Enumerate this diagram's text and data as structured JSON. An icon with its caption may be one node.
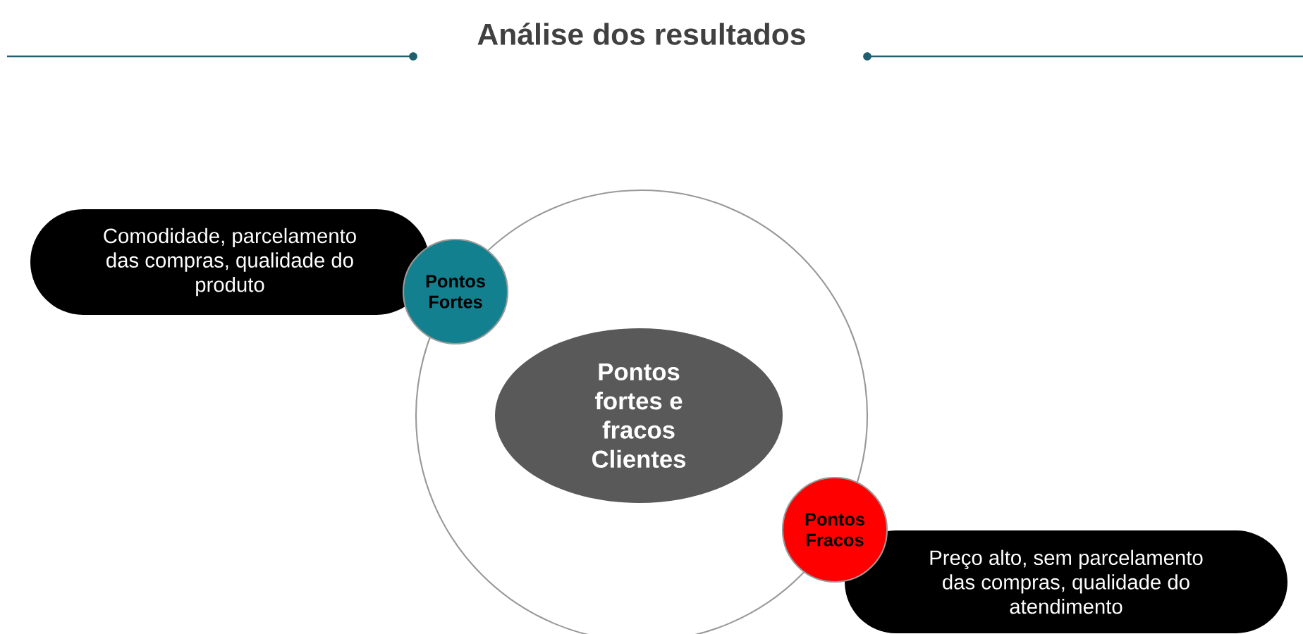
{
  "diagram": {
    "title": "Análise dos resultados",
    "nodes": [
      {
        "text": [],
        "shape": "circle"
      },
      {
        "text": [
          "Pontos fortes e fracos Clientes"
        ],
        "in": 0
      },
      {
        "text": [
          "Comodidade, parcelamento das compras, qualidade do produto"
        ]
      },
      {
        "text": [
          "Pontos Fortes"
        ]
      },
      {
        "text": [
          "Pontos Fracos"
        ]
      },
      {
        "text": [
          "Preço alto, sem parcelamento das compras, qualidade do atendimento"
        ]
      }
    ]
  }
}
